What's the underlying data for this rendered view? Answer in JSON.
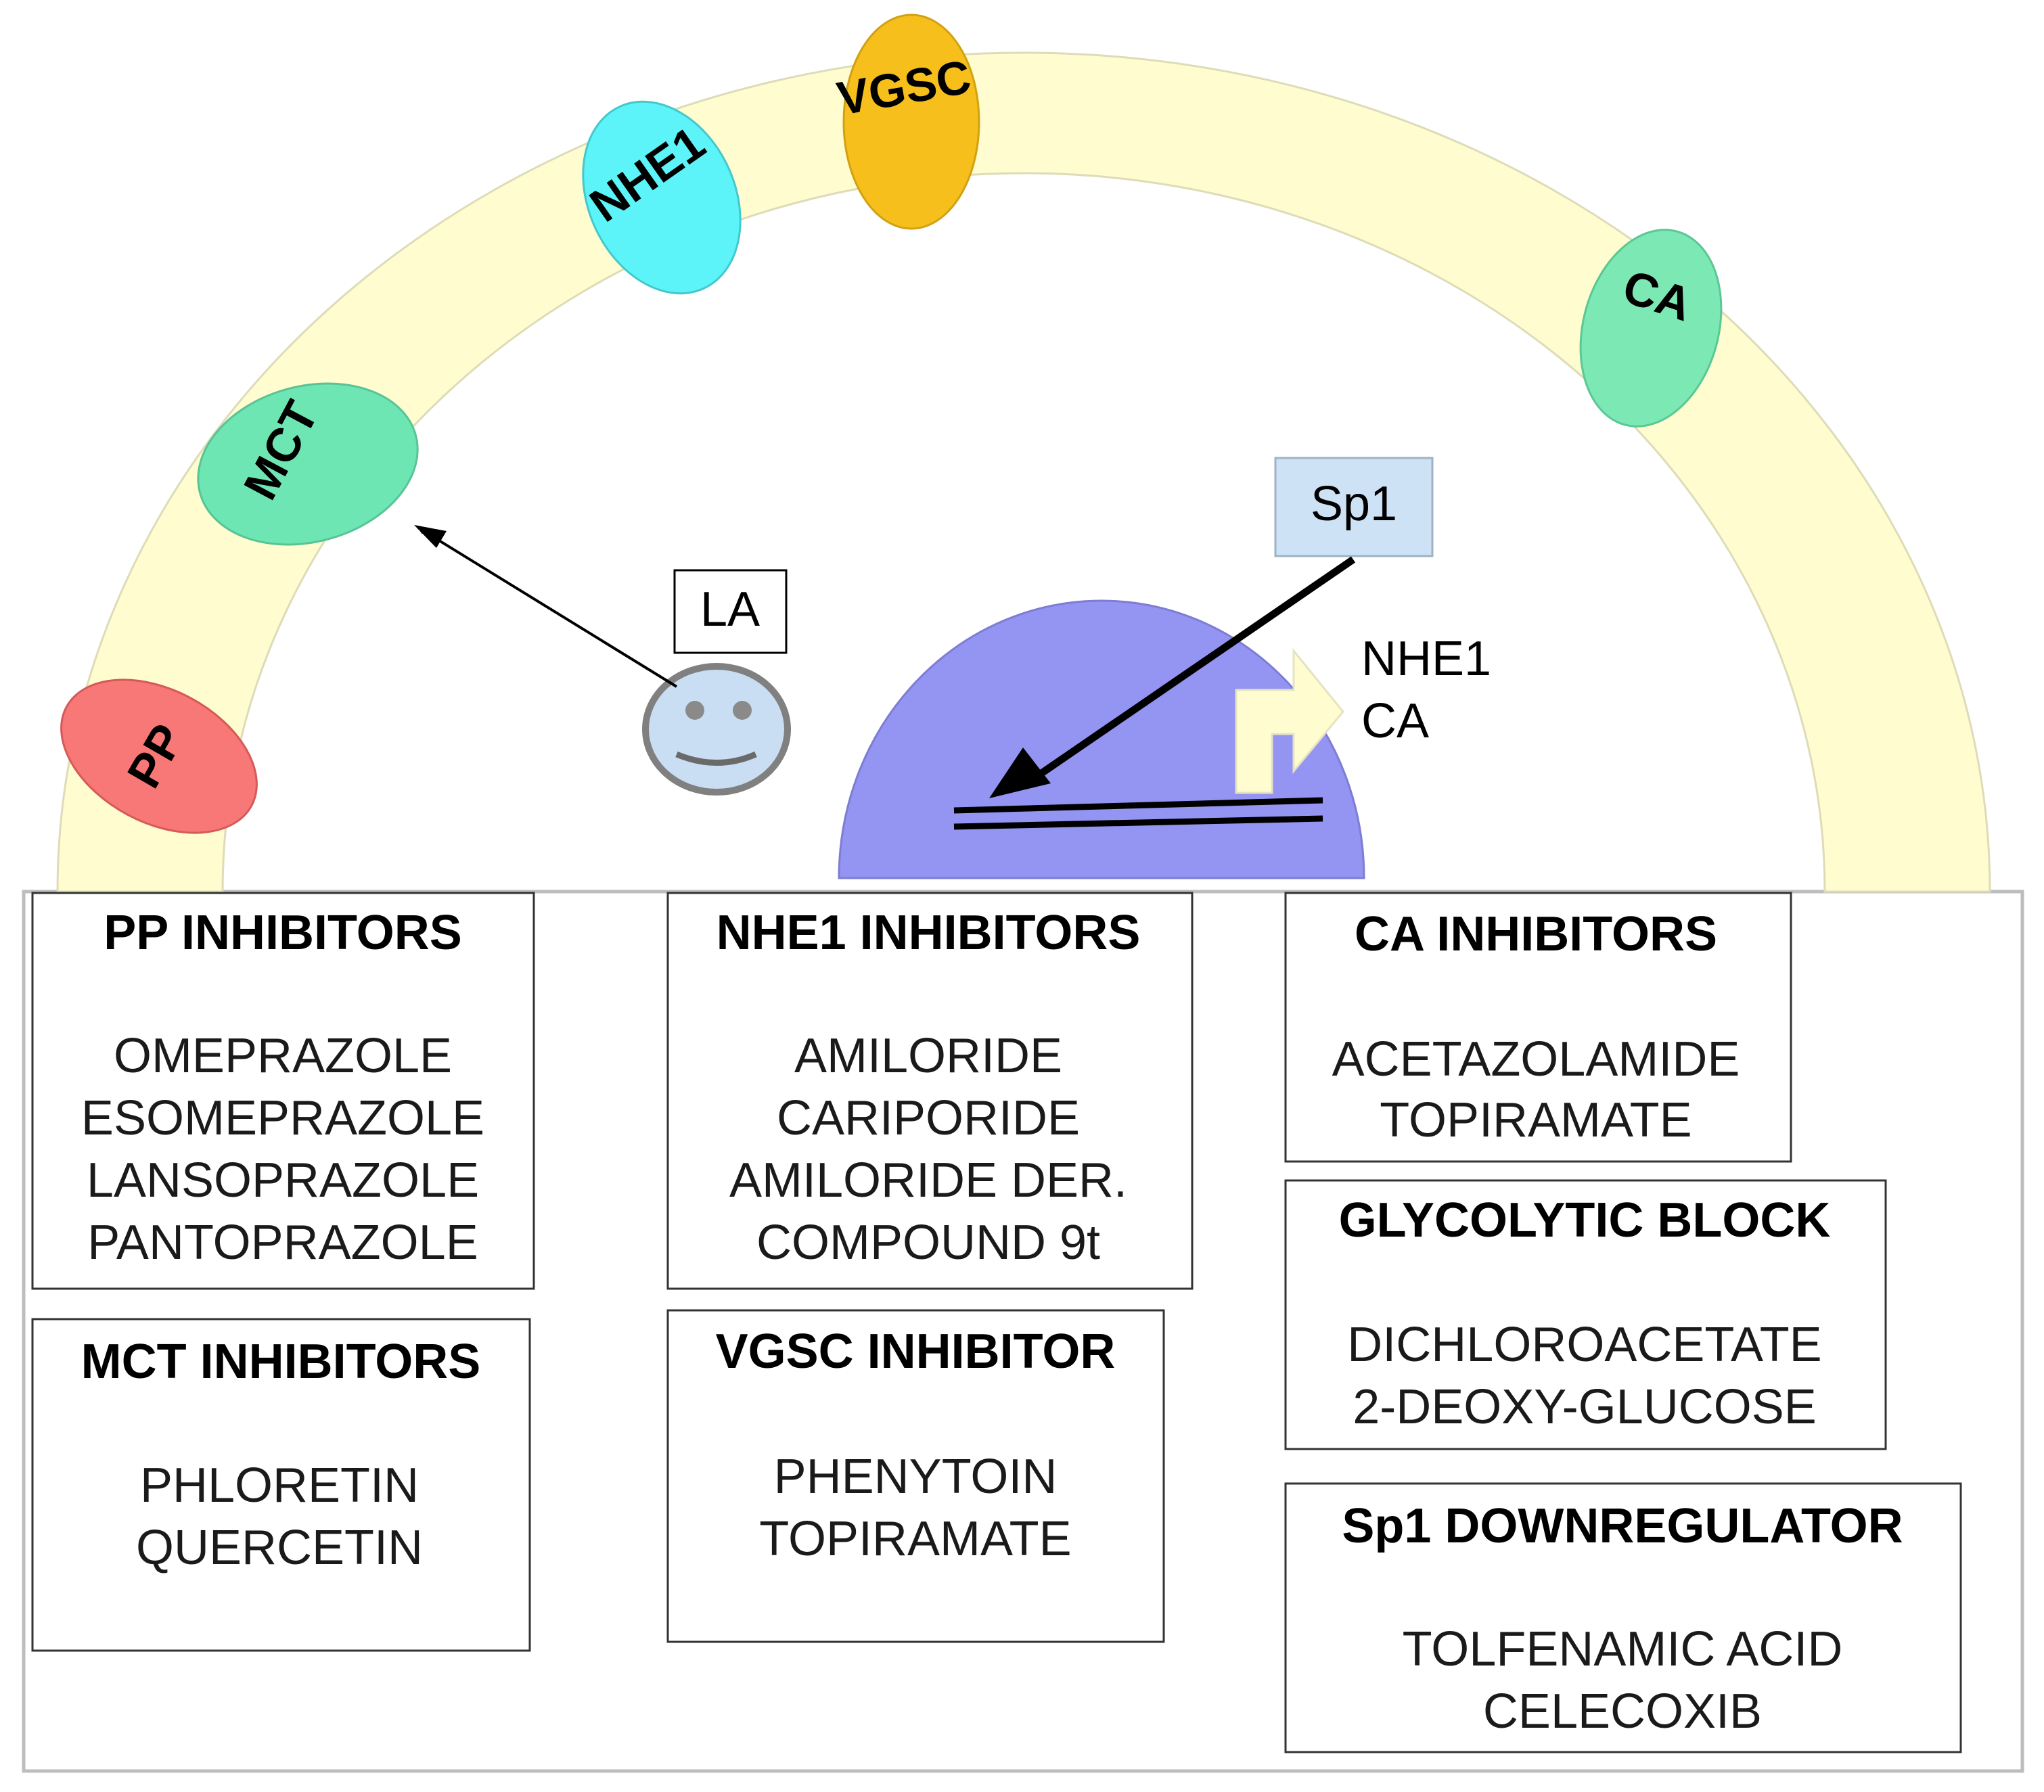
{
  "channels": {
    "pp": "PP",
    "mct": "MCT",
    "nhe1": "NHE1",
    "vgsc": "VGSC",
    "ca": "CA"
  },
  "la_label": "LA",
  "sp1_label": "Sp1",
  "targets": [
    "NHE1",
    "CA"
  ],
  "boxes": {
    "pp": {
      "title": "PP INHIBITORS",
      "items": [
        "OMEPRAZOLE",
        "ESOMEPRAZOLE",
        "LANSOPRAZOLE",
        "PANTOPRAZOLE"
      ]
    },
    "mct": {
      "title": "MCT INHIBITORS",
      "items": [
        "PHLORETIN",
        "QUERCETIN"
      ]
    },
    "nhe1": {
      "title": "NHE1 INHIBITORS",
      "items": [
        "AMILORIDE",
        "CARIPORIDE",
        "AMILORIDE DER.",
        "COMPOUND 9t"
      ]
    },
    "vgsc": {
      "title": "VGSC INHIBITOR",
      "items": [
        "PHENYTOIN",
        "TOPIRAMATE"
      ]
    },
    "ca": {
      "title": "CA INHIBITORS",
      "items": [
        "ACETAZOLAMIDE",
        "TOPIRAMATE"
      ]
    },
    "glyco": {
      "title": "GLYCOLYTIC BLOCK",
      "items": [
        "DICHLOROACETATE",
        "2-DEOXY-GLUCOSE"
      ]
    },
    "sp1": {
      "title": "Sp1 DOWNREGULATOR",
      "items": [
        "TOLFENAMIC ACID",
        "CELECOXIB"
      ]
    }
  },
  "colors": {
    "membrane": "#fffdd0",
    "pp": "#f87777",
    "mct": "#6ee6b4",
    "nhe1": "#5cf4f8",
    "vgsc": "#f6bf1c",
    "ca": "#7ce8b4",
    "nucleus": "#9494f2",
    "sp1_box": "#cde2f5",
    "smiley": "#c9def2"
  }
}
